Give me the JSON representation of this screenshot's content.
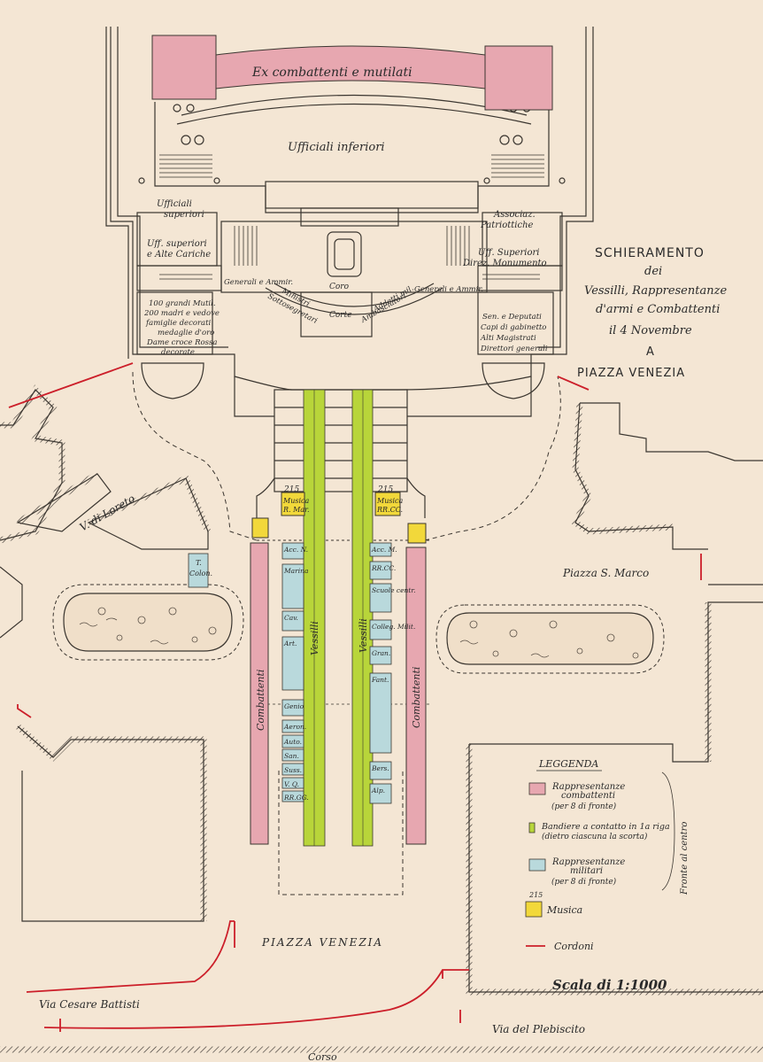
{
  "title": {
    "line1": "SCHIERAMENTO",
    "line2": "dei",
    "line3": "Vessilli, Rappresentanze",
    "line4": "d'armi e Combattenti",
    "line5": "il 4 Novembre",
    "line6": "A",
    "line7": "PIAZZA VENEZIA"
  },
  "building": {
    "ex_combattenti": "Ex combattenti e mutilati",
    "ufficiali_inferiori": "Ufficiali inferiori",
    "ufficiali_superiori_1": "Ufficiali",
    "ufficiali_superiori_2": "superiori",
    "associaz_1": "Associaz.",
    "associaz_2": "Patriottiche",
    "uff_sup_alte_1": "Uff. superiori",
    "uff_sup_alte_2": "e Alte Cariche",
    "uff_sup_direz_1": "Uff. Superiori",
    "uff_sup_direz_2": "Direz. Monumento",
    "generali_left": "Generali e Ammir.",
    "generali_right": "Generali e Ammir.",
    "coro": "Coro",
    "corte": "Corte",
    "ministri_1": "Ministri",
    "ministri_2": "Sottosegretari",
    "addetti_1": "Addetti mil.",
    "addetti_2": "Ambasciatori",
    "mutil_1": "100 grandi Mutil.",
    "mutil_2": "200 madri e vedove",
    "mutil_3": "famiglie decorati",
    "mutil_4": "medaglie d'oro",
    "mutil_5": "Dame croce Rossa",
    "mutil_6": "decorate",
    "sen_1": "Sen. e Deputati",
    "sen_2": "Capi di gabinetto",
    "sen_3": "Alti Magistrati",
    "sen_4": "Direttori generali"
  },
  "streets": {
    "v_di_loreto": "V. di Loreto",
    "piazza_s_marco": "Piazza S. Marco",
    "piazza_venezia": "PIAZZA VENEZIA",
    "via_cesare_battisti": "Via Cesare Battisti",
    "via_del_plebiscito": "Via del Plebiscito",
    "corso": "Corso",
    "t_colon_1": "T.",
    "t_colon_2": "Colon."
  },
  "formation": {
    "musica_left_1": "Musica",
    "musica_left_2": "R. Mar.",
    "musica_right_1": "Musica",
    "musica_right_2": "RR.CC.",
    "musica_count": "215",
    "combattenti_left": "Combattenti",
    "combattenti_right": "Combattenti",
    "vessilli_left": "Vessilli",
    "vessilli_right": "Vessilli",
    "left_units": [
      "Acc. N.",
      "Marina",
      "Cav.",
      "Art.",
      "Genio",
      "Aeron.",
      "Auto.",
      "San.",
      "Suss.",
      "V. Q.",
      "RR.GG."
    ],
    "right_units": [
      "Acc. M.",
      "RR.CC.",
      "Scuole centr.",
      "Colleg. Milit.",
      "Gran.",
      "Fant.",
      "Bers.",
      "Alp."
    ]
  },
  "legend": {
    "title": "LEGGENDA",
    "item1_1": "Rappresentanze",
    "item1_2": "combattenti",
    "item1_3": "(per 8 di fronte)",
    "item2_1": "Bandiere a contatto in 1a riga",
    "item2_2": "(dietro ciascuna la scorta)",
    "item3_1": "Rappresentanze",
    "item3_2": "militari",
    "item3_3": "(per 8 di fronte)",
    "item4": "Musica",
    "item5": "Cordoni",
    "fronte": "Fronte al centro",
    "scale": "Scala di 1:1000",
    "color_pink": "#e7a7b0",
    "color_green": "#b8d53a",
    "color_blue": "#b9d9dc",
    "color_yellow": "#f2d83a",
    "color_red": "#cc1f2a"
  }
}
